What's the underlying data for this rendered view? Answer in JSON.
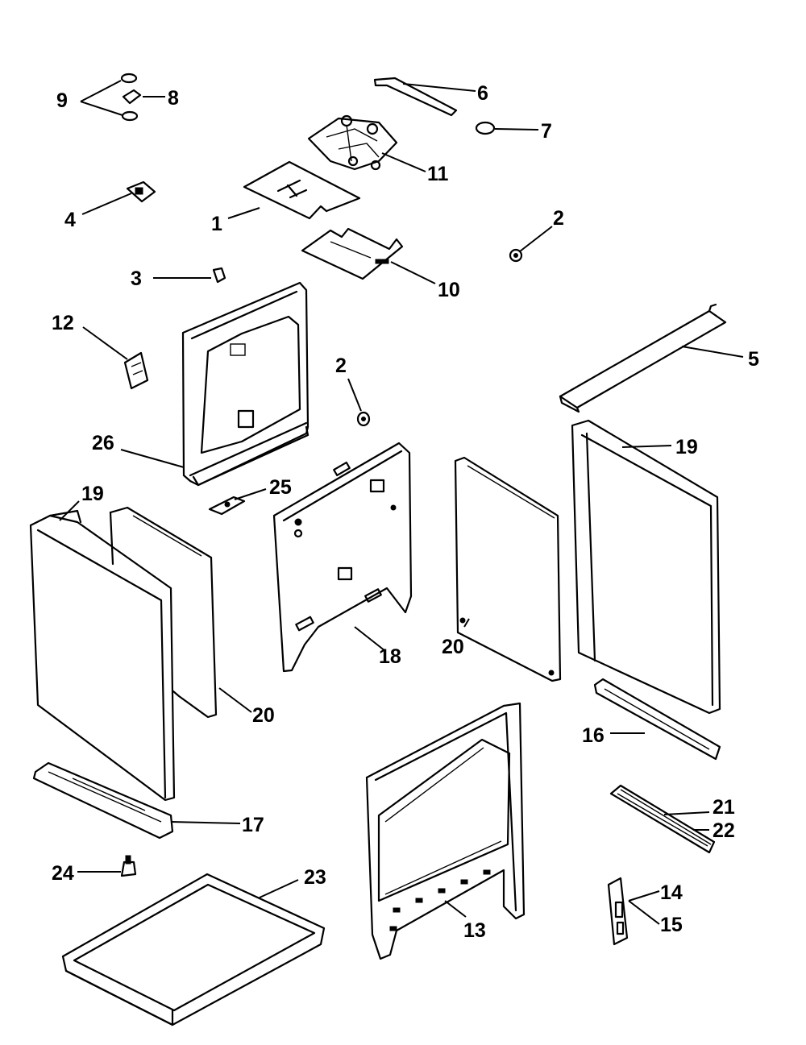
{
  "callouts": {
    "c1": "1",
    "c2a": "2",
    "c2b": "2",
    "c3": "3",
    "c4": "4",
    "c5": "5",
    "c6": "6",
    "c7": "7",
    "c8": "8",
    "c9": "9",
    "c10": "10",
    "c11": "11",
    "c12": "12",
    "c13": "13",
    "c14": "14",
    "c15": "15",
    "c16": "16",
    "c17": "17",
    "c18": "18",
    "c19a": "19",
    "c19b": "19",
    "c20a": "20",
    "c20b": "20",
    "c21": "21",
    "c22": "22",
    "c23": "23",
    "c24": "24",
    "c25": "25",
    "c26": "26"
  }
}
